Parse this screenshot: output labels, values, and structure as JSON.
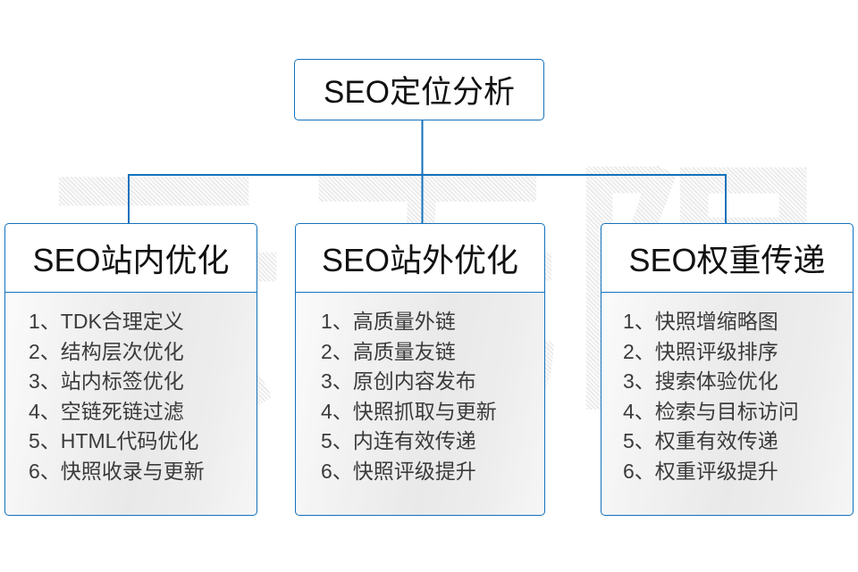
{
  "watermark": {
    "text": "云无限"
  },
  "diagram": {
    "type": "tree",
    "root": {
      "title": "SEO定位分析"
    },
    "branches": [
      {
        "id": "on-site",
        "title": "SEO站内优化",
        "items": [
          "1、TDK合理定义",
          "2、结构层次优化",
          "3、站内标签优化",
          "4、空链死链过滤",
          "5、HTML代码优化",
          "6、快照收录与更新"
        ]
      },
      {
        "id": "off-site",
        "title": "SEO站外优化",
        "items": [
          "1、高质量外链",
          "2、高质量友链",
          "3、原创内容发布",
          "4、快照抓取与更新",
          "5、内连有效传递",
          "6、快照评级提升"
        ]
      },
      {
        "id": "weight-transfer",
        "title": "SEO权重传递",
        "items": [
          "1、快照增缩略图",
          "2、快照评级排序",
          "3、搜索体验优化",
          "4、检索与目标访问",
          "5、权重有效传递",
          "6、权重评级提升"
        ]
      }
    ],
    "colors": {
      "connector": "#1272bd",
      "border": "#1272bd",
      "title_text": "#111111",
      "item_text": "#3b3b3b",
      "background": "#ffffff",
      "watermark": "#e8e8e8"
    }
  }
}
